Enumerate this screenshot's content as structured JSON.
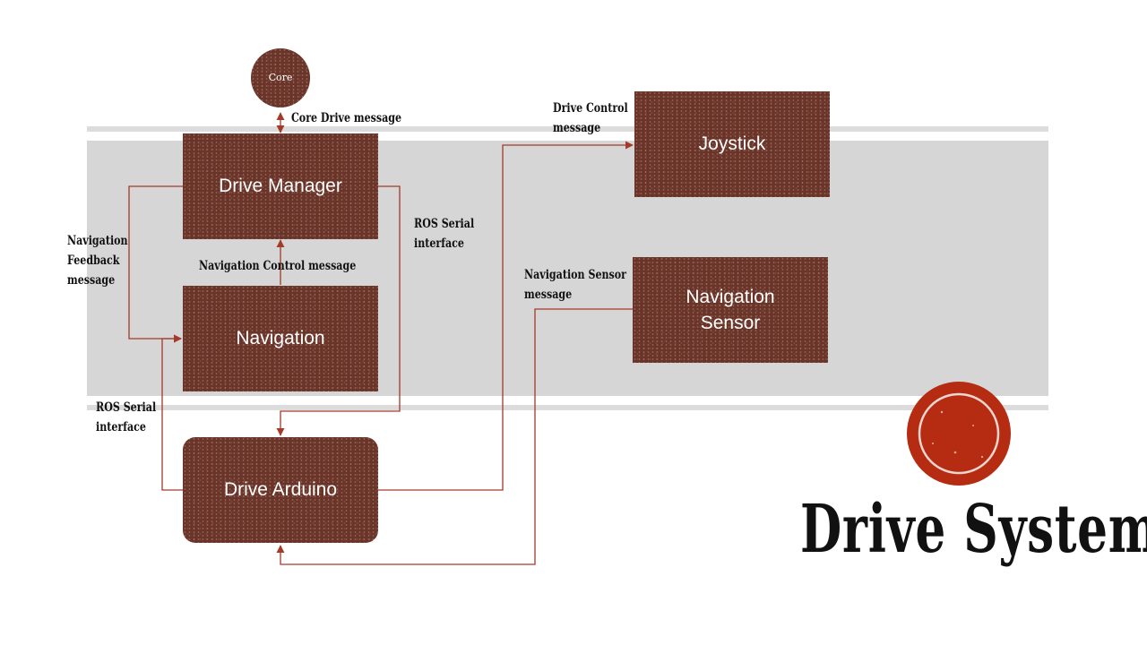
{
  "nodes": {
    "core": "Core",
    "drive_manager": "Drive Manager",
    "navigation": "Navigation",
    "drive_arduino": "Drive Arduino",
    "joystick": "Joystick",
    "navigation_sensor": [
      "Navigation",
      "Sensor"
    ]
  },
  "edges": {
    "core_drive": "Core Drive message",
    "nav_control": "Navigation Control message",
    "nav_feedback": [
      "Navigation",
      "Feedback",
      "message"
    ],
    "ros_serial_right": [
      "ROS Serial",
      "interface"
    ],
    "ros_serial_left": [
      "ROS Serial",
      "interface"
    ],
    "drive_control": [
      "Drive Control",
      "message"
    ],
    "nav_sensor_msg": [
      "Navigation Sensor",
      "message"
    ]
  },
  "title": "Drive System",
  "colors": {
    "box": "#6b3428",
    "line": "#a33a2a",
    "accent": "#b52c12",
    "band": "#d9d9d9"
  }
}
